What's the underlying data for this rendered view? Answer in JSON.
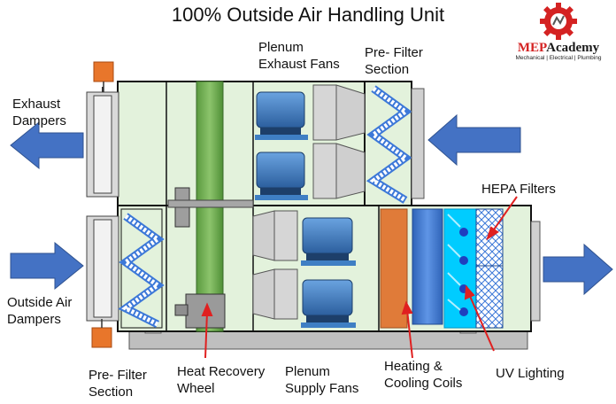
{
  "title": "100% Outside Air Handling Unit",
  "logo": {
    "name_part_red": "MEP",
    "name_part_dark": "Academy",
    "tagline": "Mechanical | Electrical | Plumbing"
  },
  "labels": {
    "exhaust_dampers": [
      "Exhaust",
      "Dampers"
    ],
    "outside_air_dampers": [
      "Outside Air",
      "Dampers"
    ],
    "plenum_exhaust_fans": [
      "Plenum",
      "Exhaust Fans"
    ],
    "pre_filter_top": [
      "Pre- Filter",
      "Section"
    ],
    "hepa_filters": "HEPA Filters",
    "pre_filter_bottom": [
      "Pre- Filter",
      "Section"
    ],
    "heat_recovery_wheel": [
      "Heat Recovery",
      "Wheel"
    ],
    "plenum_supply_fans": [
      "Plenum",
      "Supply Fans"
    ],
    "heating_cooling_coils": [
      "Heating &",
      "Cooling Coils"
    ],
    "uv_lighting": "UV Lighting"
  },
  "colors": {
    "section_fill": "#e3f2dc",
    "heat_wheel_green": "#6aa84f",
    "heating_coil_orange": "#e07b39",
    "cooling_coil_blue": "#3c78d8",
    "uv_cyan": "#00ccff",
    "airflow_arrow_blue": "#4472c4",
    "motor_blue": "#3f7fc4",
    "damper_actuator_orange": "#e8762b",
    "pointer_red": "#e02020",
    "brand_red": "#d42222"
  },
  "icons": [
    "airflow-arrow-icon",
    "fan-motor-icon",
    "gear-logo-icon",
    "damper-blade-icon"
  ]
}
